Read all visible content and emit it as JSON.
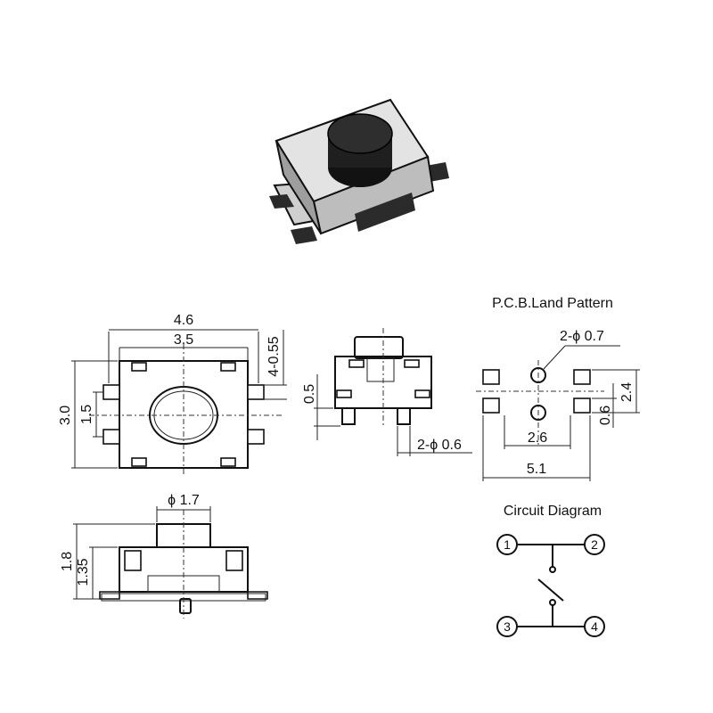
{
  "pcb_title": "P.C.B.Land Pattern",
  "circuit_title": "Circuit Diagram",
  "top_view": {
    "width_overall": "4.6",
    "width_body": "3.5",
    "height_body": "3.0",
    "pin_pitch": "1.5",
    "pin_dims": "4-0.55"
  },
  "side_view": {
    "standoff": "0.5",
    "peg_dia": "2-ϕ 0.6"
  },
  "front_view": {
    "actuator_dia": "ϕ 1.7",
    "height_total": "1.8",
    "height_body": "1.35"
  },
  "pcb": {
    "hole_dia": "2-ϕ 0.7",
    "hole_pitch": "2.6",
    "pad_span": "5.1",
    "row_pitch": "2.4",
    "pad_size": "0.6"
  },
  "circuit": {
    "pins": [
      "1",
      "2",
      "3",
      "4"
    ]
  },
  "colors": {
    "line": "#111111",
    "body_metal": "#d9d9d9",
    "actuator": "#1f1f1f",
    "background": "#ffffff"
  }
}
